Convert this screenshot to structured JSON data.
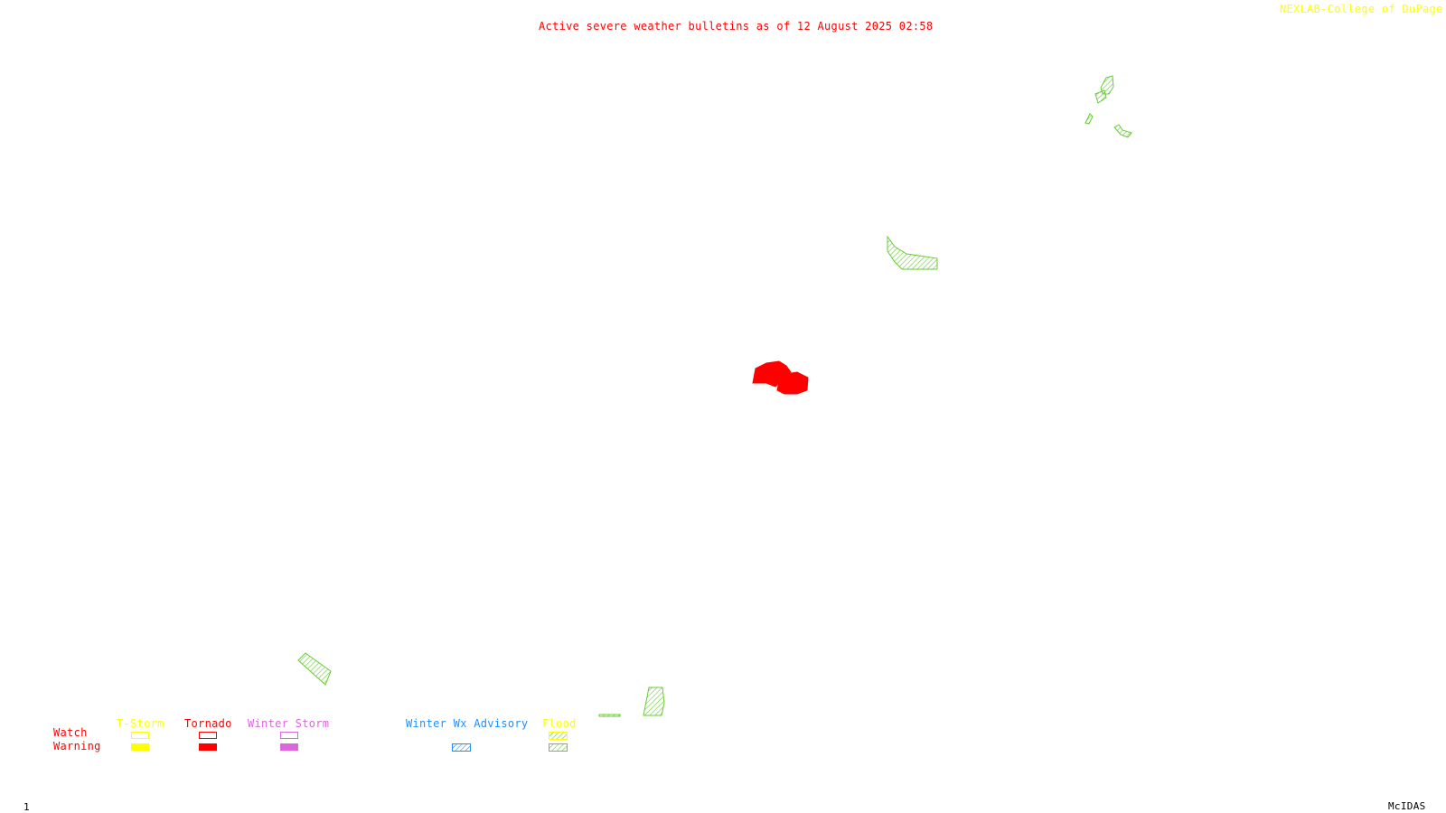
{
  "header": {
    "title": "Active severe weather bulletins as of 12 August 2025 02:58",
    "credit": "NEXLAB-College of DuPage",
    "credit_icon": "rotated-bracket-glyph"
  },
  "legend": {
    "row_labels": {
      "watch": "Watch",
      "warning": "Warning"
    },
    "categories": [
      {
        "key": "tstorm",
        "label": "T-Storm",
        "color": "#ffff00"
      },
      {
        "key": "tornado",
        "label": "Tornado",
        "color": "#ff0000"
      },
      {
        "key": "winter_storm",
        "label": "Winter Storm",
        "color": "#dd66dd"
      },
      {
        "key": "winter_wx_advisory",
        "label": "Winter Wx Advisory",
        "color": "#1e90ff"
      },
      {
        "key": "flood",
        "label": "Flood",
        "color": "#66cc33"
      }
    ]
  },
  "footer": {
    "frame_number": "1",
    "software": "McIDAS"
  },
  "colors": {
    "title": "#ff0000",
    "credit": "#ffff00",
    "footer": "#000000",
    "row_labels": "#ff0000",
    "flood": "#66cc33",
    "tornado": "#ff0000"
  }
}
